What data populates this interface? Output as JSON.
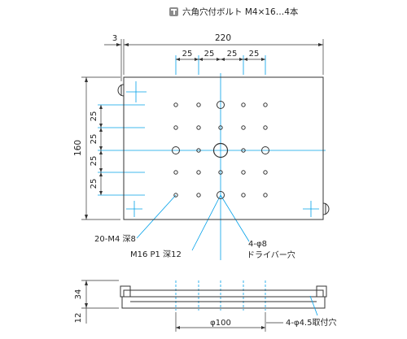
{
  "header_note": {
    "icon": "hex-socket-bolt-icon",
    "text": "六角穴付ボルト M4×16…4本"
  },
  "top_view": {
    "dim_edge": "3",
    "dim_width": "220",
    "dim_spacing": [
      "25",
      "25",
      "25",
      "25"
    ],
    "dim_height": "160",
    "dim_vspacing": [
      "25",
      "25",
      "25",
      "25"
    ]
  },
  "callouts": {
    "tapped_holes": "20-M4 深8",
    "center_tap": "M16 P1 深12",
    "dowel_holes": "4-φ8",
    "driver_hole": "ドライバー穴",
    "mount_holes": "4-φ4.5取付穴"
  },
  "side_view": {
    "dim_height": "34",
    "dim_lower": "12",
    "dim_bore": "φ100"
  },
  "colors": {
    "outline": "#333333",
    "centerline": "#00a0e9"
  }
}
